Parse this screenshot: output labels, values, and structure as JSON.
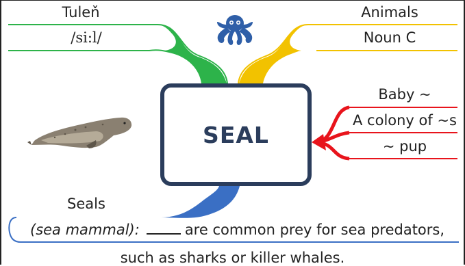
{
  "center": {
    "title": "SEAL"
  },
  "branches": {
    "translation": {
      "word": "Tuleň",
      "pronunciation": "/si:l/",
      "color": "#2db34a"
    },
    "category": {
      "topic": "Animals",
      "grammar": "Noun C",
      "color": "#f2c200"
    },
    "collocations": {
      "items": [
        "Baby ~",
        "A colony of ~s",
        "~ pup"
      ],
      "color": "#e8141c"
    },
    "example": {
      "word": "Seals",
      "hint": "(sea mammal):",
      "text_after_blank": "are common prey for sea predators,",
      "text_line2": "such as sharks or killer whales.",
      "color": "#3a6fc4"
    }
  },
  "icons": {
    "logo": "octopus-icon",
    "picture": "seal-image"
  },
  "colors": {
    "node_border": "#2b3d5c",
    "logo": "#2f5fa8",
    "text": "#222222"
  }
}
